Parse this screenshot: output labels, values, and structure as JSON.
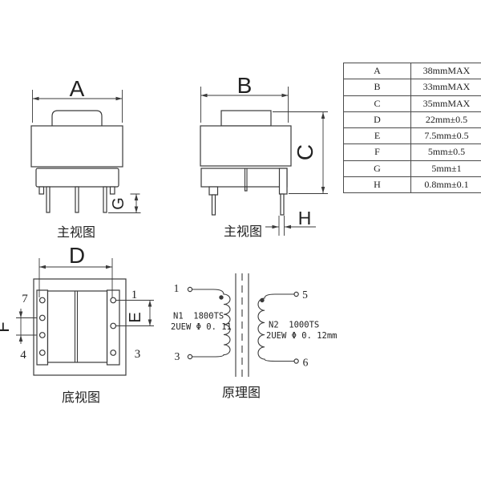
{
  "views": {
    "front_left": {
      "caption": "主视图",
      "dim_width": "A",
      "dim_pin_len": "G"
    },
    "front_mid": {
      "caption": "主视图",
      "dim_width": "B",
      "dim_height": "C",
      "dim_pin_dia": "H"
    },
    "bottom": {
      "caption": "底视图",
      "dim_width": "D",
      "dim_pitch_e": "E",
      "dim_pitch_f": "F",
      "pin_top_left": "7",
      "pin_bottom_left": "4",
      "pin_top_right": "1",
      "pin_bottom_right": "3"
    },
    "schematic": {
      "caption": "原理图",
      "primary": {
        "terminal_top": "1",
        "terminal_bottom": "3",
        "label_line1": "N1  1800TS",
        "label_line2": "2UEW Φ 0. 11"
      },
      "secondary": {
        "terminal_top": "5",
        "terminal_bottom": "6",
        "label_line1": "N2  1000TS",
        "label_line2": "2UEW Φ 0. 12mm"
      }
    }
  },
  "table": {
    "rows": [
      {
        "key": "A",
        "value": "38mmMAX"
      },
      {
        "key": "B",
        "value": "33mmMAX"
      },
      {
        "key": "C",
        "value": "35mmMAX"
      },
      {
        "key": "D",
        "value": "22mm±0.5"
      },
      {
        "key": "E",
        "value": "7.5mm±0.5"
      },
      {
        "key": "F",
        "value": "5mm±0.5"
      },
      {
        "key": "G",
        "value": "5mm±1"
      },
      {
        "key": "H",
        "value": "0.8mm±0.1"
      }
    ]
  },
  "colors": {
    "line": "#3a3a3a",
    "background": "#ffffff"
  }
}
